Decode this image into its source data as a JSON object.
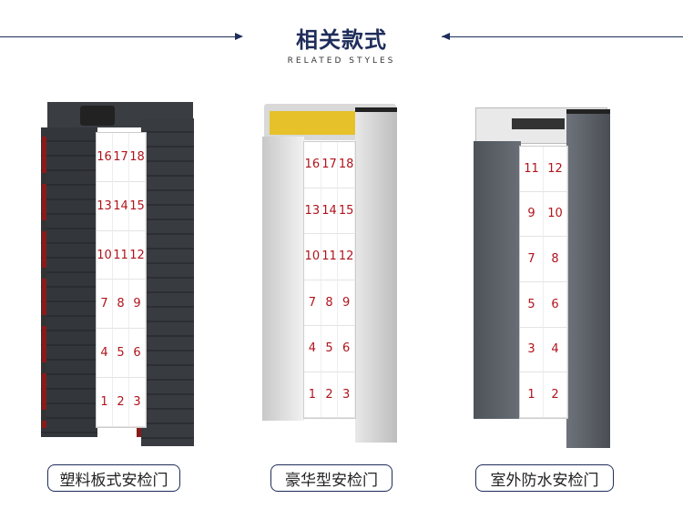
{
  "header": {
    "title": "相关款式",
    "subtitle": "RELATED STYLES"
  },
  "colors": {
    "accent": "#1f2d5a",
    "zone_number": "#b0141c"
  },
  "products": [
    {
      "name": "塑料板式安检门",
      "zones": [
        [
          16,
          17,
          18
        ],
        [
          13,
          14,
          15
        ],
        [
          10,
          11,
          12
        ],
        [
          7,
          8,
          9
        ],
        [
          4,
          5,
          6
        ],
        [
          1,
          2,
          3
        ]
      ]
    },
    {
      "name": "豪华型安检门",
      "zones": [
        [
          16,
          17,
          18
        ],
        [
          13,
          14,
          15
        ],
        [
          10,
          11,
          12
        ],
        [
          7,
          8,
          9
        ],
        [
          4,
          5,
          6
        ],
        [
          1,
          2,
          3
        ]
      ]
    },
    {
      "name": "室外防水安检门",
      "zones": [
        [
          11,
          12
        ],
        [
          9,
          10
        ],
        [
          7,
          8
        ],
        [
          5,
          6
        ],
        [
          3,
          4
        ],
        [
          1,
          2
        ]
      ]
    }
  ]
}
